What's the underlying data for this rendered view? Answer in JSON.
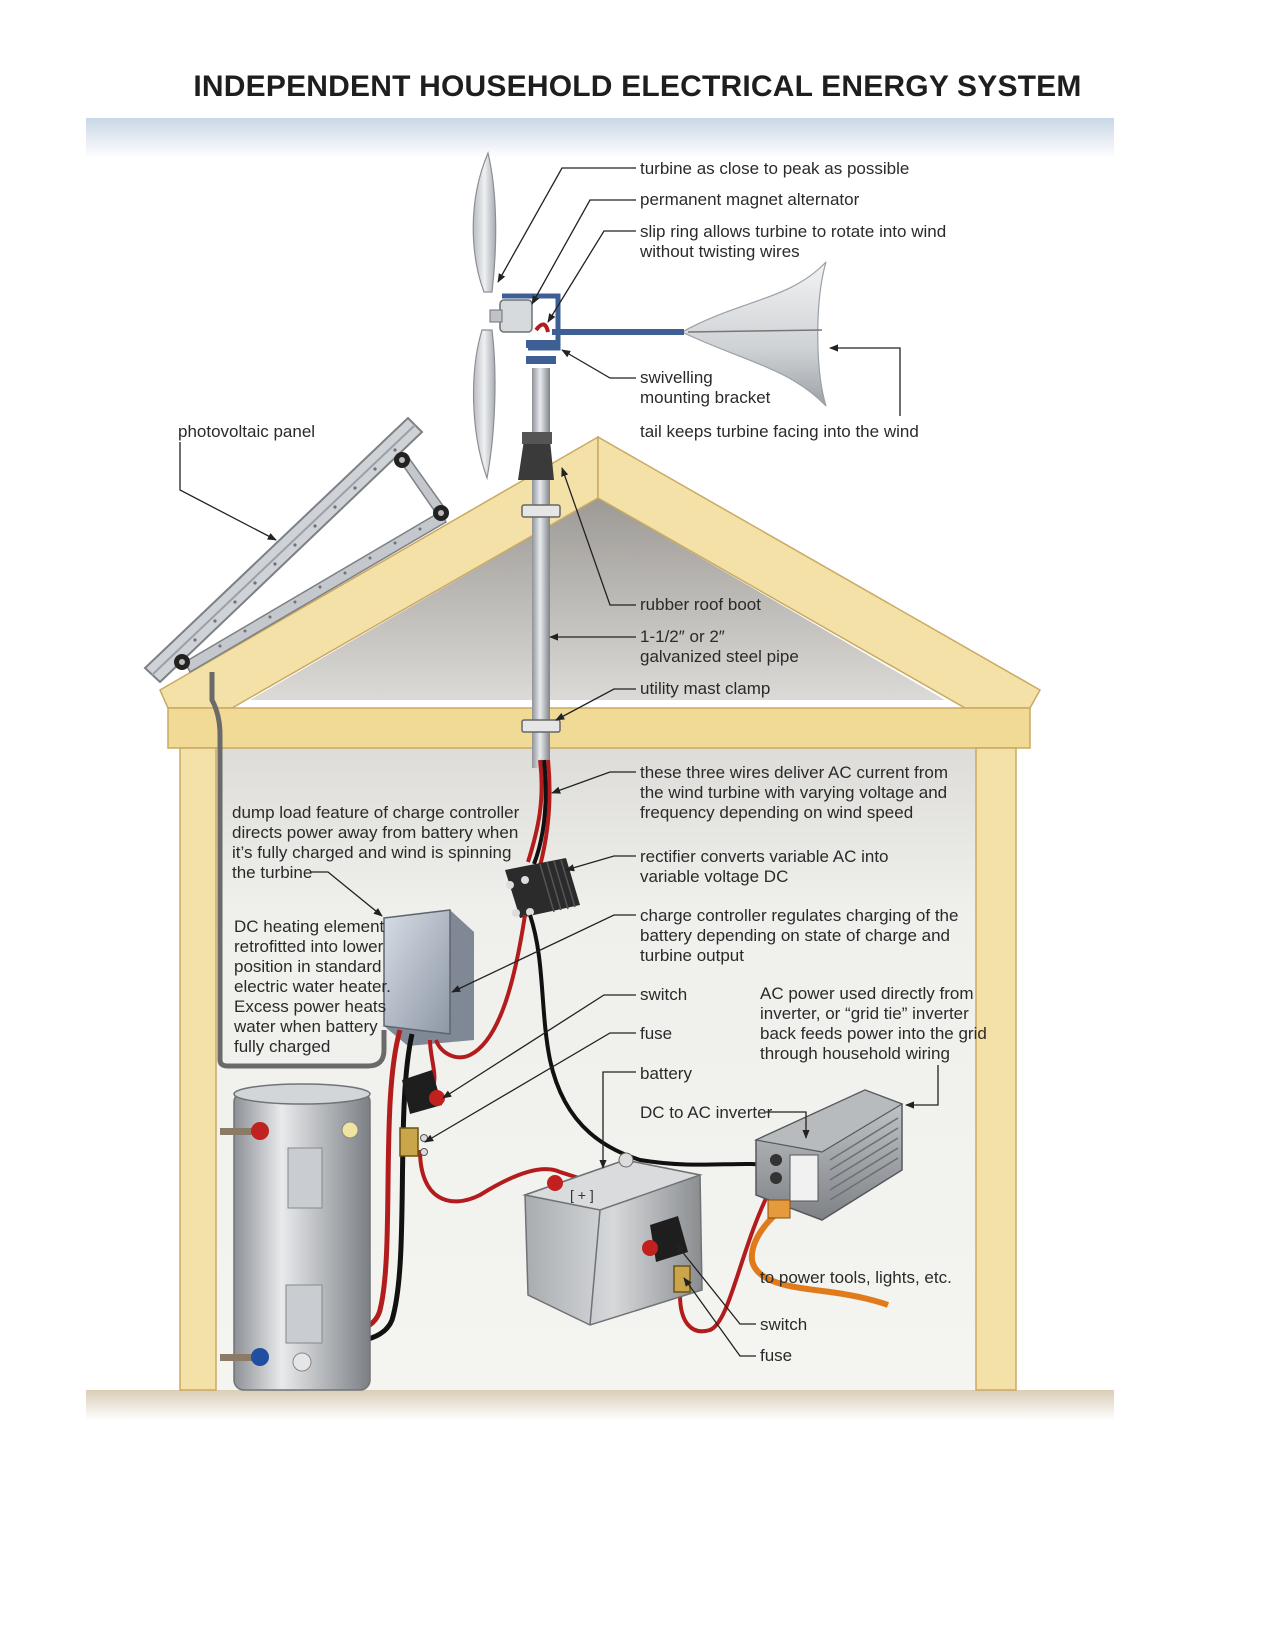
{
  "title": "INDEPENDENT HOUSEHOLD ELECTRICAL ENERGY SYSTEM",
  "colors": {
    "wall": "#f3e1a8",
    "interior": "#eeeeea",
    "pipe": "#c5c8cc",
    "bracket_blue": "#3d5f93",
    "wire_red": "#b31c1c",
    "wire_black": "#111111",
    "cord_orange": "#e07a1b"
  },
  "labels": {
    "turbine_peak": "turbine as close to peak as possible",
    "alternator": "permanent magnet alternator",
    "slip_ring": "slip ring allows turbine to rotate into wind\nwithout twisting wires",
    "bracket": "swivelling\nmounting bracket",
    "tail": "tail keeps turbine facing into the wind",
    "pv_panel": "photovoltaic panel",
    "roof_boot": "rubber roof boot",
    "pipe": "1-1/2″ or 2″\ngalvanized steel pipe",
    "mast_clamp": "utility mast clamp",
    "three_wires": "these three wires deliver AC current from\nthe wind turbine with varying voltage and\nfrequency depending on wind speed",
    "dump_load": "dump load feature of charge controller\ndirects power away from battery when\nit’s fully charged and wind is spinning\nthe turbine",
    "rectifier": "rectifier converts variable AC into\nvariable voltage DC",
    "charge_controller": "charge controller regulates charging of the\nbattery depending on state of charge and\nturbine output",
    "heating_element": "DC heating element\nretrofitted into lower\nposition in standard\nelectric water heater.\nExcess power heats\nwater when battery\nfully charged",
    "switch_upper": "switch",
    "fuse_upper": "fuse",
    "battery": "battery",
    "ac_power": "AC power used directly from\ninverter, or “grid tie” inverter\nback feeds power into the grid\nthrough household wiring",
    "inverter": "DC to AC inverter",
    "power_tools": "to power tools, lights, etc.",
    "switch_lower": "switch",
    "fuse_lower": "fuse"
  }
}
